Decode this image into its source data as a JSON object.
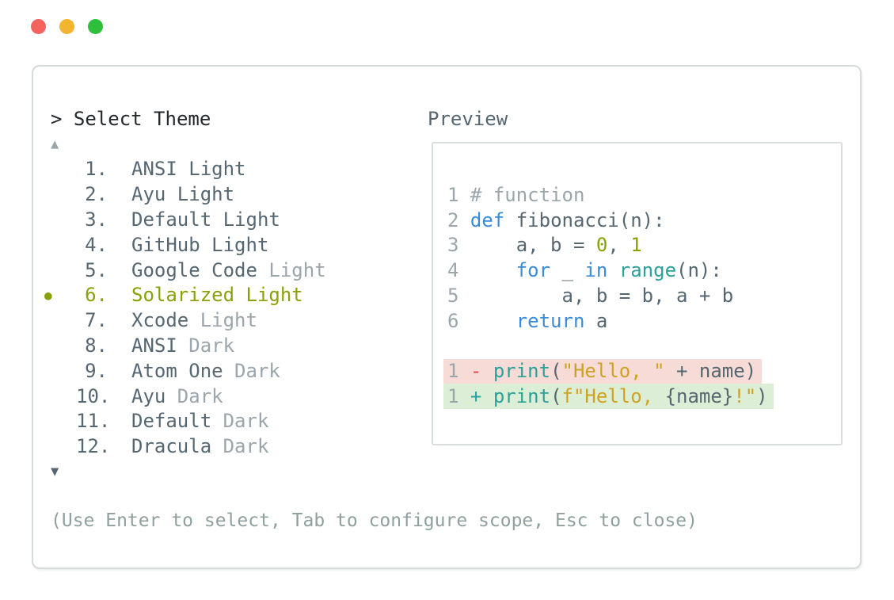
{
  "window": {
    "prompt": "> Select Theme",
    "scroll_up_icon": "▲",
    "scroll_down_icon": "▼",
    "footer_hint": "(Use Enter to select, Tab to configure scope, Esc to close)"
  },
  "theme_list": {
    "selected_indicator": "●",
    "items": [
      {
        "number": "1.",
        "name": "ANSI",
        "variant": "Light",
        "dim_variant": false,
        "selected": false
      },
      {
        "number": "2.",
        "name": "Ayu",
        "variant": "Light",
        "dim_variant": false,
        "selected": false
      },
      {
        "number": "3.",
        "name": "Default",
        "variant": "Light",
        "dim_variant": false,
        "selected": false
      },
      {
        "number": "4.",
        "name": "GitHub",
        "variant": "Light",
        "dim_variant": false,
        "selected": false
      },
      {
        "number": "5.",
        "name": "Google Code",
        "variant": "Light",
        "dim_variant": true,
        "selected": false
      },
      {
        "number": "6.",
        "name": "Solarized",
        "variant": "Light",
        "dim_variant": false,
        "selected": true
      },
      {
        "number": "7.",
        "name": "Xcode",
        "variant": "Light",
        "dim_variant": true,
        "selected": false
      },
      {
        "number": "8.",
        "name": "ANSI",
        "variant": "Dark",
        "dim_variant": true,
        "selected": false
      },
      {
        "number": "9.",
        "name": "Atom One",
        "variant": "Dark",
        "dim_variant": true,
        "selected": false
      },
      {
        "number": "10.",
        "name": "Ayu",
        "variant": "Dark",
        "dim_variant": true,
        "selected": false
      },
      {
        "number": "11.",
        "name": "Default",
        "variant": "Dark",
        "dim_variant": true,
        "selected": false
      },
      {
        "number": "12.",
        "name": "Dracula",
        "variant": "Dark",
        "dim_variant": true,
        "selected": false
      }
    ]
  },
  "preview": {
    "label": "Preview",
    "code_lines": [
      {
        "kind": "code-line",
        "tokens": [
          [
            "1",
            "ln"
          ],
          [
            " ",
            "pl"
          ],
          [
            "# function",
            "cm"
          ]
        ]
      },
      {
        "kind": "code-line",
        "tokens": [
          [
            "2",
            "ln"
          ],
          [
            " ",
            "pl"
          ],
          [
            "def",
            "kw"
          ],
          [
            " fibonacci(n):",
            "pl"
          ]
        ]
      },
      {
        "kind": "code-line",
        "tokens": [
          [
            "3",
            "ln"
          ],
          [
            " ",
            "pl"
          ],
          [
            "    a, b = ",
            "pl"
          ],
          [
            "0",
            "num"
          ],
          [
            ", ",
            "pl"
          ],
          [
            "1",
            "num"
          ]
        ]
      },
      {
        "kind": "code-line",
        "tokens": [
          [
            "4",
            "ln"
          ],
          [
            " ",
            "pl"
          ],
          [
            "    ",
            "pl"
          ],
          [
            "for",
            "kw"
          ],
          [
            " _ ",
            "pl"
          ],
          [
            "in",
            "kw"
          ],
          [
            " ",
            "pl"
          ],
          [
            "range",
            "fn"
          ],
          [
            "(n):",
            "pl"
          ]
        ]
      },
      {
        "kind": "code-line",
        "tokens": [
          [
            "5",
            "ln"
          ],
          [
            " ",
            "pl"
          ],
          [
            "        a, b = b, a + b",
            "pl"
          ]
        ]
      },
      {
        "kind": "code-line",
        "tokens": [
          [
            "6",
            "ln"
          ],
          [
            " ",
            "pl"
          ],
          [
            "    ",
            "pl"
          ],
          [
            "return",
            "kw"
          ],
          [
            " a",
            "pl"
          ]
        ]
      },
      {
        "kind": "code-line-blank",
        "tokens": []
      },
      {
        "kind": "diff-line-removed",
        "bg": "del_bg",
        "tokens": [
          [
            "1",
            "ln"
          ],
          [
            " ",
            "pl"
          ],
          [
            "-",
            "minus"
          ],
          [
            " ",
            "pl"
          ],
          [
            "print",
            "fn"
          ],
          [
            "(",
            "pl"
          ],
          [
            "\"Hello, \"",
            "str"
          ],
          [
            " + name)",
            "pl"
          ]
        ]
      },
      {
        "kind": "diff-line-added",
        "bg": "ins_bg",
        "tokens": [
          [
            "1",
            "ln"
          ],
          [
            " ",
            "pl"
          ],
          [
            "+",
            "plus"
          ],
          [
            " ",
            "pl"
          ],
          [
            "print",
            "fn"
          ],
          [
            "(",
            "pl"
          ],
          [
            "f\"Hello, ",
            "str"
          ],
          [
            "{name}",
            "pl"
          ],
          [
            "!\"",
            "str"
          ],
          [
            ")",
            "pl"
          ]
        ]
      }
    ]
  },
  "syntax_colors": {
    "ln": "#9aa6ab",
    "cm": "#9aa6ab",
    "pl": "#566771",
    "kw": "#3a8bd8",
    "fn": "#2aa198",
    "num": "#8aa008",
    "str": "#cfa226",
    "minus": "#dc4b42",
    "plus": "#2aa198"
  },
  "colors": {
    "text_dark": "#23282c",
    "slate": "#566771",
    "dim": "#9aa6ab",
    "footer": "#8fa09e",
    "olive": "#8aa008",
    "del_bg": "#f6dbd7",
    "ins_bg": "#ddeed6",
    "window_border": "#d5dadb",
    "preview_border": "#d9dddd",
    "light_red": "#f4635e",
    "light_yellow": "#f3b42f",
    "light_green": "#2ec03c"
  }
}
